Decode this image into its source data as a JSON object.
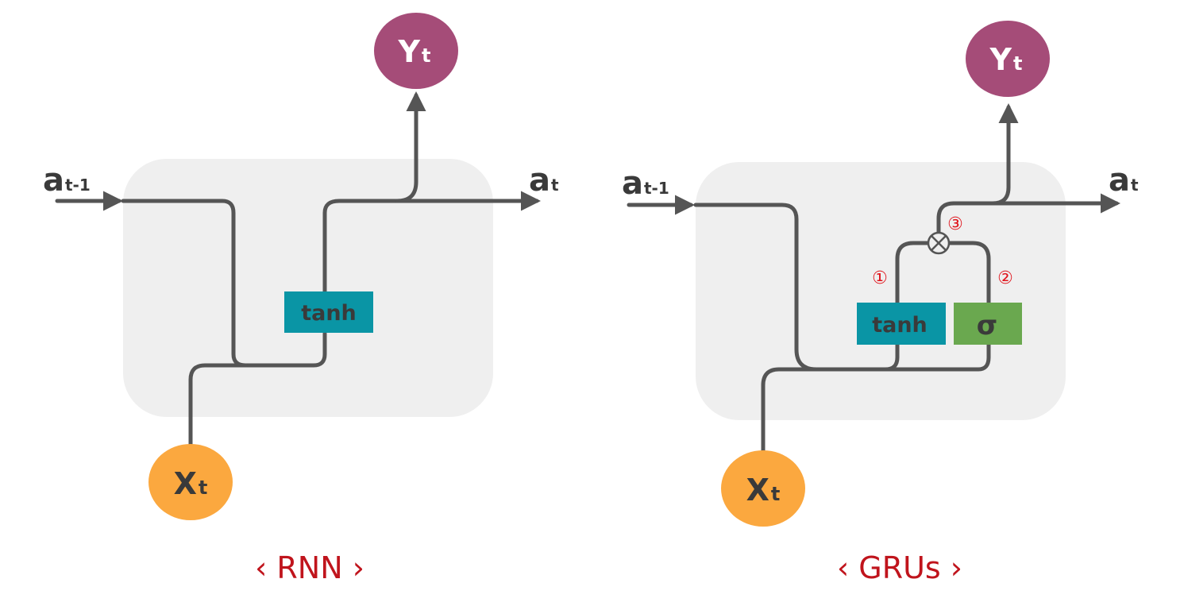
{
  "rnn": {
    "output": {
      "main": "Y",
      "sub": "t"
    },
    "input": {
      "main": "X",
      "sub": "t"
    },
    "prev_state": {
      "main": "a",
      "sub": "t-1"
    },
    "next_state": {
      "main": "a",
      "sub": "t"
    },
    "gate_tanh": "tanh",
    "caption": "‹ RNN ›"
  },
  "gru": {
    "output": {
      "main": "Y",
      "sub": "t"
    },
    "input": {
      "main": "X",
      "sub": "t"
    },
    "prev_state": {
      "main": "a",
      "sub": "t-1"
    },
    "next_state": {
      "main": "a",
      "sub": "t"
    },
    "gate_tanh": "tanh",
    "gate_sigma": "σ",
    "multiply_symbol": "⊗",
    "markers": [
      "①",
      "②",
      "③"
    ],
    "caption": "‹ GRUs ›"
  },
  "colors": {
    "output_node": "#a54c78",
    "input_node": "#fba83f",
    "tanh_gate": "#0a95a5",
    "sigma_gate": "#6aa84f",
    "cell_bg": "#efefef",
    "wire": "#555555",
    "caption": "#c0141c"
  }
}
